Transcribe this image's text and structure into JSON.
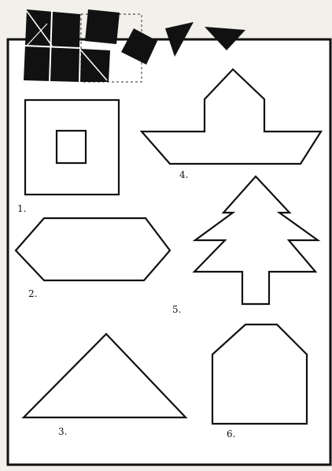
{
  "page": {
    "background": "#f2f0ea",
    "ink": "#111111",
    "paper": "#ffffff"
  },
  "figures": [
    {
      "id": 1,
      "label": "1.",
      "shape": "square-frame"
    },
    {
      "id": 2,
      "label": "2.",
      "shape": "hexagon"
    },
    {
      "id": 3,
      "label": "3.",
      "shape": "triangle"
    },
    {
      "id": 4,
      "label": "4.",
      "shape": "boat"
    },
    {
      "id": 5,
      "label": "5.",
      "shape": "tree"
    },
    {
      "id": 6,
      "label": "6.",
      "shape": "house"
    }
  ],
  "pieces": [
    {
      "name": "square-piece",
      "color": "#111111"
    },
    {
      "name": "triangle-piece",
      "color": "#111111"
    }
  ]
}
